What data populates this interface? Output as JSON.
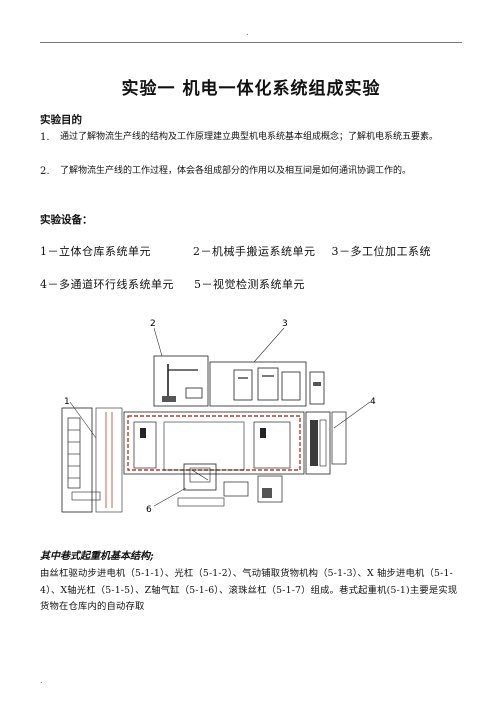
{
  "header": {
    "dot": "."
  },
  "title": "实验一 机电一体化系统组成实验",
  "purpose": {
    "heading": "实验目的",
    "items": [
      {
        "num": "1.",
        "text": "通过了解物流生产线的结构及工作原理建立典型机电系统基本组成概念；了解机电系统五要素。"
      },
      {
        "num": "2.",
        "text": "了解物流生产线的工作过程，体会各组成部分的作用以及相互间是如何通讯协调工作的。"
      }
    ]
  },
  "equipment": {
    "heading": "实验设备：",
    "line1": [
      "1－立体仓库系统单元",
      "2－机械手搬运系统单元",
      "3－多工位加工系统"
    ],
    "line2": [
      "4－多通道环行线系统单元",
      "5－视觉检测系统单元"
    ]
  },
  "diagram": {
    "labels": {
      "l1": "1",
      "l2": "2",
      "l3": "3",
      "l4": "4",
      "l6": "6"
    },
    "accent_color": "#c0392b"
  },
  "structure": {
    "heading": "其中巷式起重机基本结构;",
    "text": "由丝杠驱动步进电机（5-1-1）、光杠（5-1-2）、气动铺取货物机构（5-1-3）、X 轴步进电机（5-1-4）、X轴光杠（5-1-5）、Z轴气缸（5-1-6）、滚珠丝杠（5-1-7）组成。巷式起重机(5-1)主要是实现货物在仓库内的自动存取"
  },
  "footer": {
    "dot": "."
  }
}
